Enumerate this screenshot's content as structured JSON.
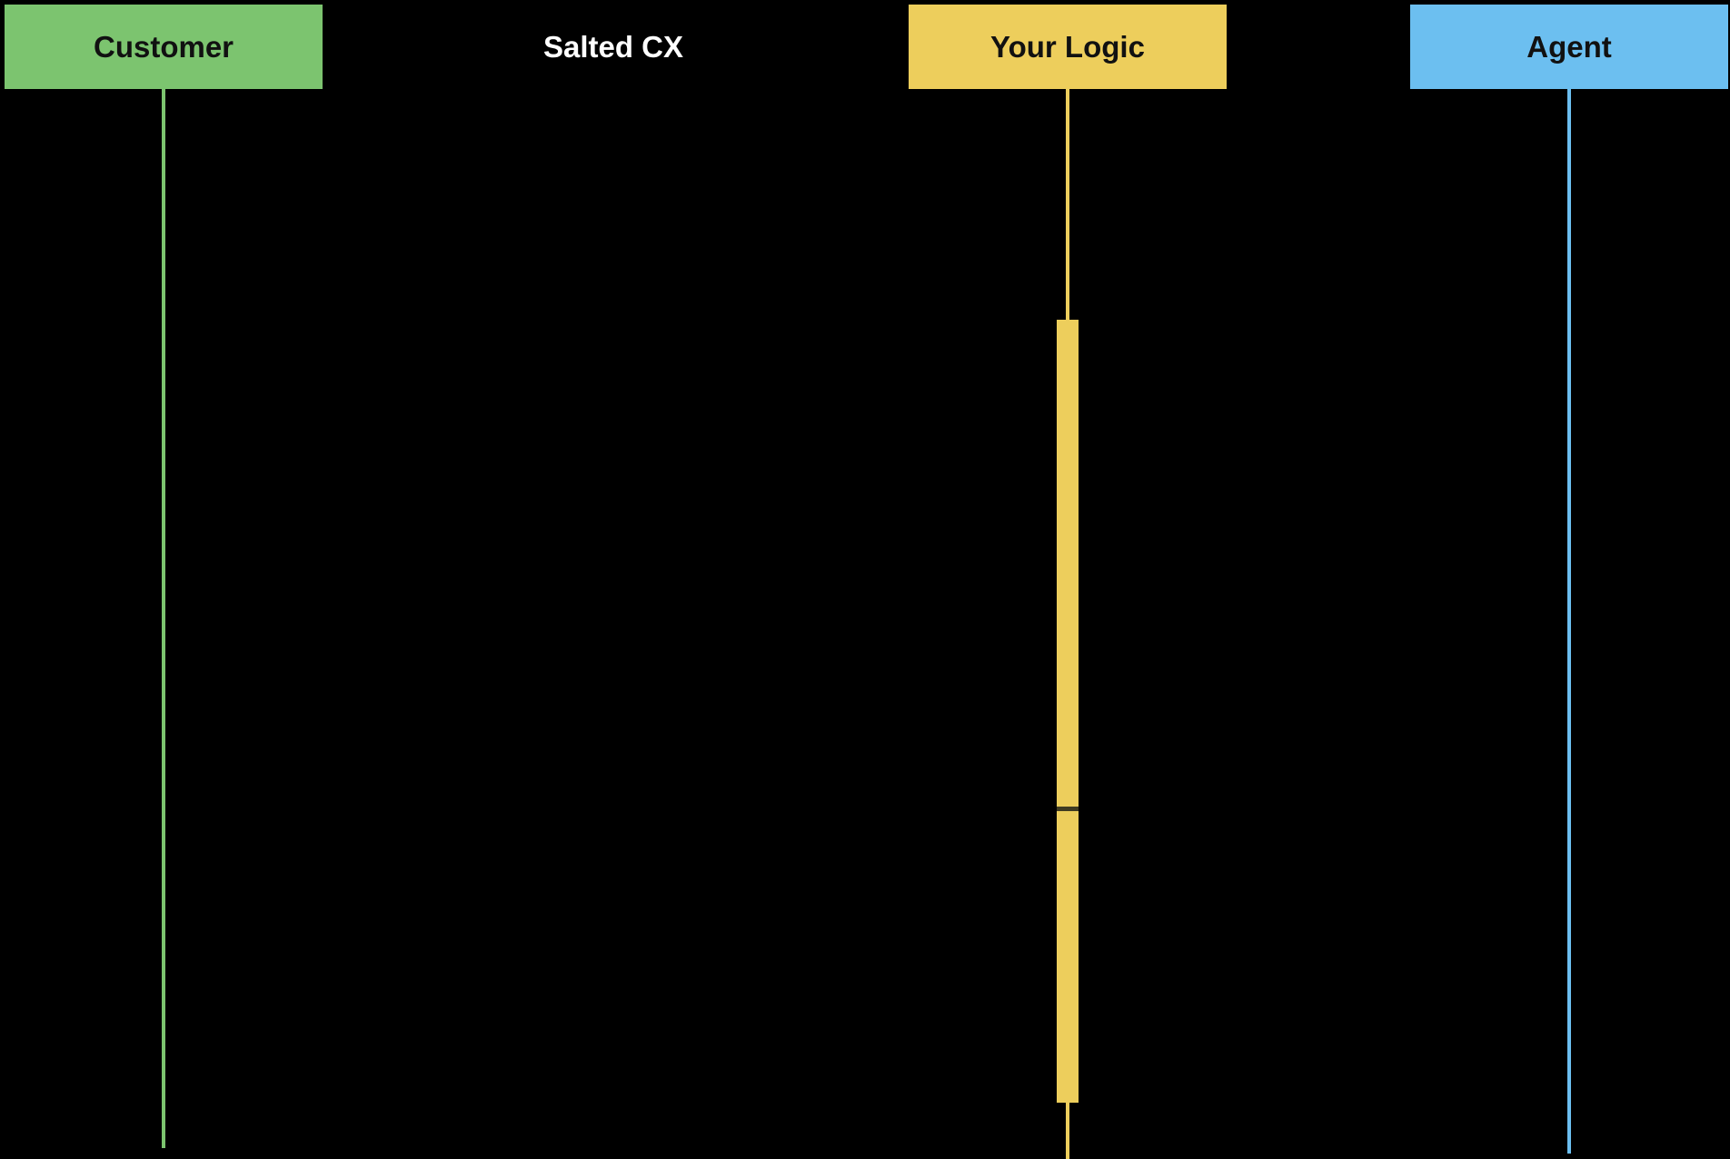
{
  "diagram": {
    "type": "sequence-diagram",
    "background": "#000000",
    "actors": [
      {
        "id": "customer",
        "label": "Customer",
        "color": "#7CC46F",
        "text_color": "#111111"
      },
      {
        "id": "salted-cx",
        "label": "Salted CX",
        "color": "#000000",
        "text_color": "#FFFFFF"
      },
      {
        "id": "your-logic",
        "label": "Your Logic",
        "color": "#EDCE5C",
        "text_color": "#111111"
      },
      {
        "id": "agent",
        "label": "Agent",
        "color": "#6CBFF0",
        "text_color": "#111111"
      }
    ],
    "activations": [
      {
        "actor": "your-logic",
        "color": "#EDCE5C",
        "divider_color": "#3F3B22",
        "segments": 2
      }
    ]
  }
}
